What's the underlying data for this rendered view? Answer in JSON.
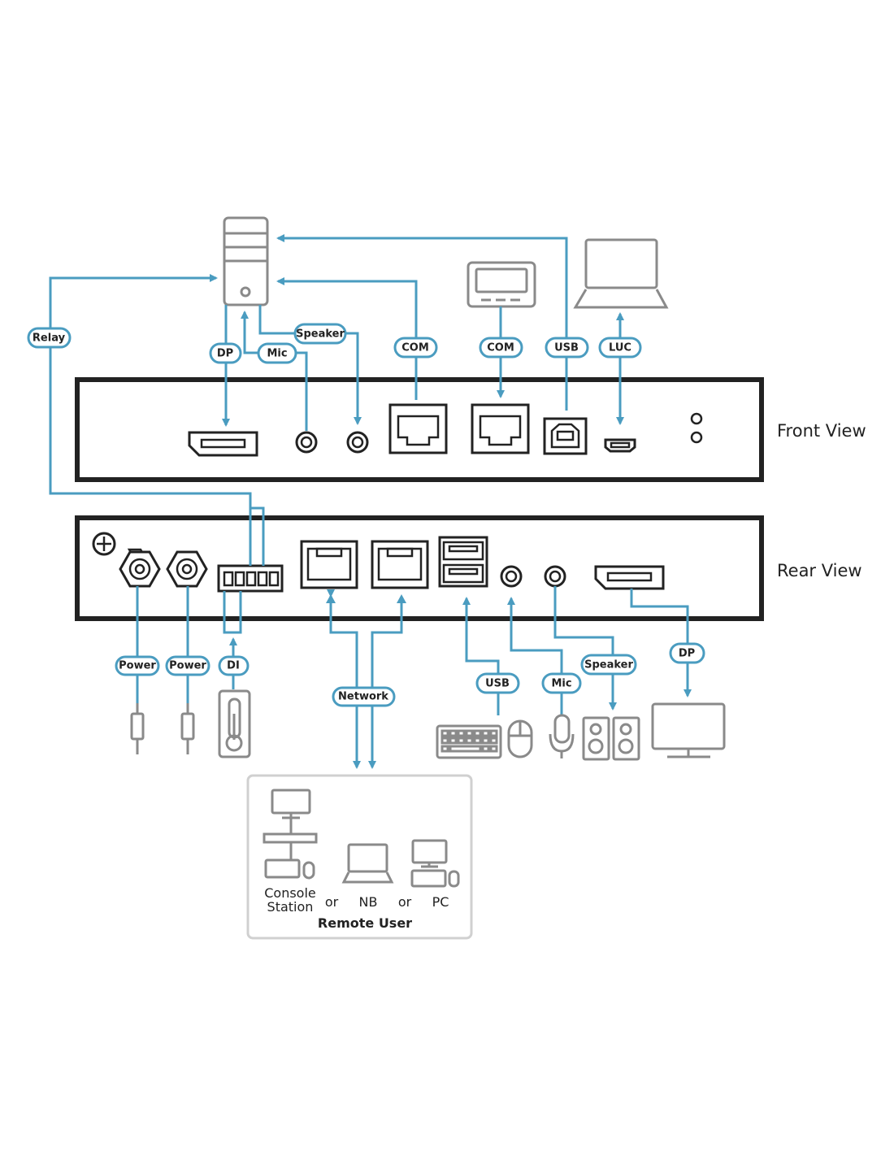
{
  "views": {
    "front": "Front View",
    "rear": "Rear View"
  },
  "labels": {
    "relay": "Relay",
    "dp_front": "DP",
    "mic_front": "Mic",
    "speaker_front": "Speaker",
    "com_1": "COM",
    "com_2": "COM",
    "usb_front": "USB",
    "luc": "LUC",
    "power_1": "Power",
    "power_2": "Power",
    "di": "DI",
    "network": "Network",
    "usb_rear": "USB",
    "mic_rear": "Mic",
    "speaker_rear": "Speaker",
    "dp_rear": "DP"
  },
  "remote": {
    "console_line1": "Console",
    "console_line2": "Station",
    "or_1": "or",
    "nb": "NB",
    "or_2": "or",
    "pc": "PC",
    "title": "Remote User"
  },
  "colors": {
    "wire": "#4a9cc0",
    "device": "#8a8a8a",
    "panel": "#222222"
  },
  "icons": [
    "pc-tower-icon",
    "pos-terminal-icon",
    "laptop-icon",
    "power-jack-icon",
    "thermometer-icon",
    "keyboard-icon",
    "mouse-icon",
    "microphone-icon",
    "speakers-icon",
    "monitor-icon"
  ]
}
